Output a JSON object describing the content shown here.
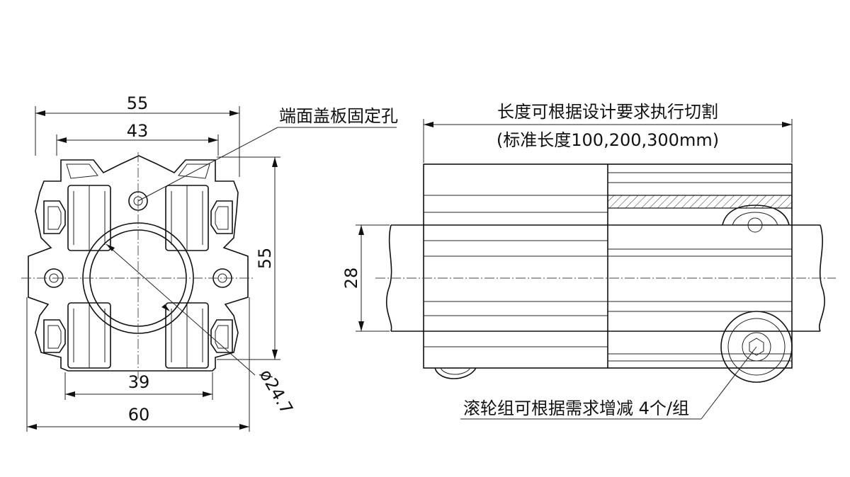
{
  "dimensions": {
    "width_overall": "55",
    "width_inner": "43",
    "height_right": "55",
    "bottom_inner": "39",
    "bottom_overall": "60",
    "tube_diameter": "ø24.7",
    "tube_height": "28"
  },
  "notes": {
    "end_cap_hole": "端面盖板固定孔",
    "length_note": "长度可根据设计要求执行切割",
    "length_std": "(标准长度100,200,300mm)",
    "roller_note": "滚轮组可根据需求增减 4个/组"
  },
  "colors": {
    "line": "#111111",
    "background": "#ffffff"
  }
}
